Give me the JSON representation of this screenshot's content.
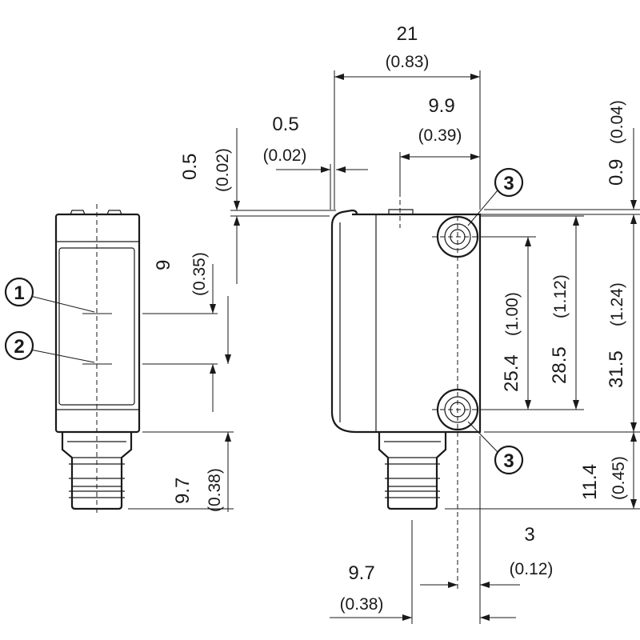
{
  "dimensions": {
    "width_total": {
      "value": "21",
      "inch": "(0.83)"
    },
    "hole_offset": {
      "value": "9.9",
      "inch": "(0.39)"
    },
    "lip_depth": {
      "value": "0.5",
      "inch": "(0.02)"
    },
    "lip_height": {
      "value": "0.5",
      "inch": "(0.02)"
    },
    "top_gap": {
      "value": "0.9",
      "inch": "(0.04)"
    },
    "optical_axis": {
      "value": "9",
      "inch": "(0.35)"
    },
    "hole_spacing": {
      "value": "25.4",
      "inch": "(1.00)"
    },
    "hole_outer": {
      "value": "28.5",
      "inch": "(1.12)"
    },
    "body_height": {
      "value": "31.5",
      "inch": "(1.24)"
    },
    "connector_left": {
      "value": "9.7",
      "inch": "(0.38)"
    },
    "connector_height": {
      "value": "11.4",
      "inch": "(0.45)"
    },
    "hole_edge": {
      "value": "3",
      "inch": "(0.12)"
    },
    "connector_bottom": {
      "value": "9.7",
      "inch": "(0.38)"
    }
  },
  "callouts": {
    "c1": "1",
    "c2": "2",
    "c3_top": "3",
    "c3_bottom": "3"
  }
}
